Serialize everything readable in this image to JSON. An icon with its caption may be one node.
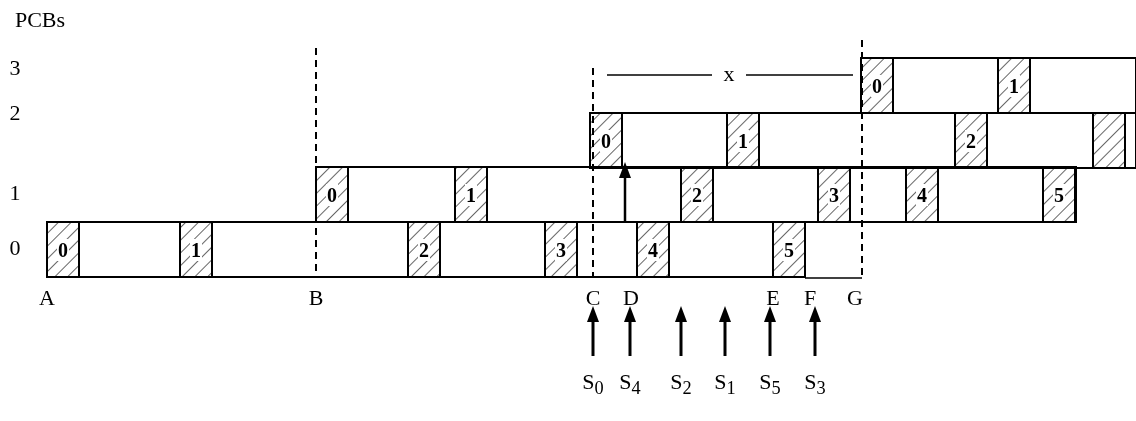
{
  "diagram": {
    "labels": [
      "PCBs",
      "3",
      "2",
      "1",
      "0",
      "0",
      "1",
      "0",
      "1",
      "2",
      "0",
      "1",
      "2",
      "3",
      "4",
      "5",
      "0",
      "1",
      "2",
      "3",
      "4",
      "5",
      "x",
      "A",
      "B",
      "C",
      "D",
      "E",
      "F",
      "G",
      "S$_{0}$",
      "S$_{4}$",
      "S$_{2}$",
      "S$_{1}$",
      "S$_{5}$",
      "S$_{3}$"
    ]
  }
}
